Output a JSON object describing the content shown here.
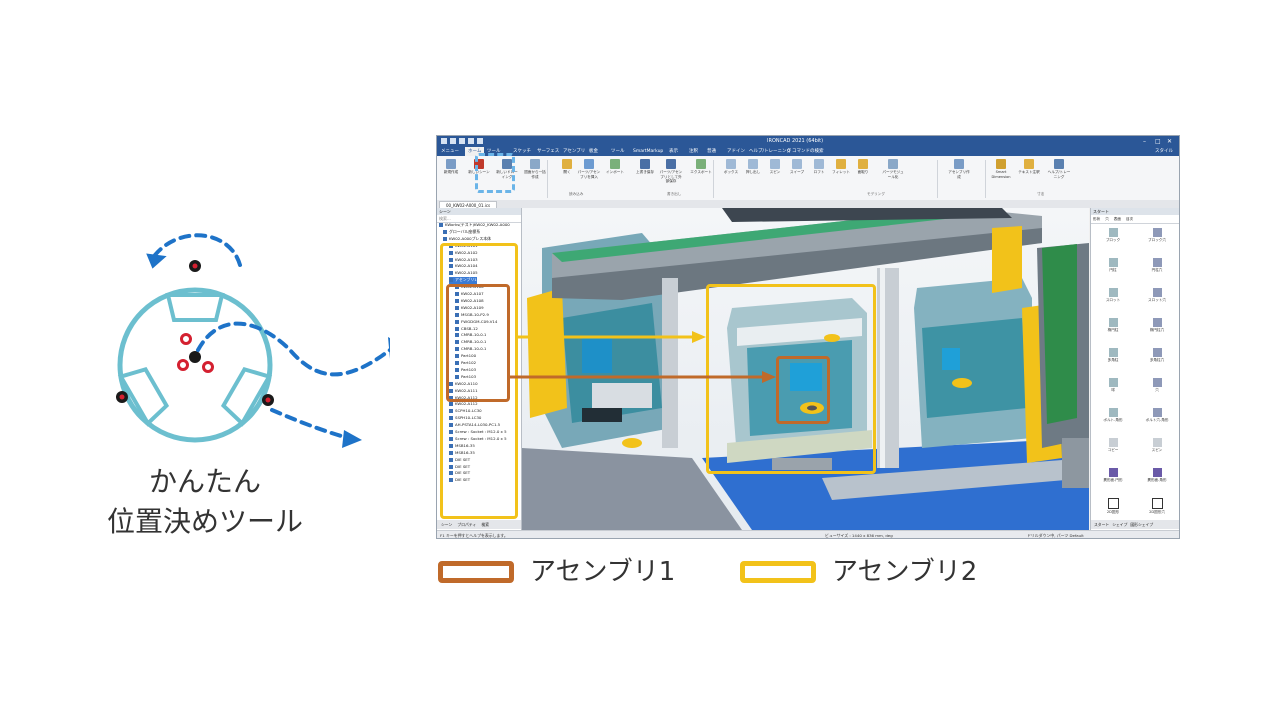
{
  "illustration": {
    "caption_line1": "かんたん",
    "caption_line2": "位置決めツール",
    "colors": {
      "ring": "#6cbfcf",
      "pin": "#1a1a1a",
      "pin_dot": "#d42030",
      "arrow": "#1e73c8"
    }
  },
  "window": {
    "title": "IRONCAD 2021 (64bit)",
    "menu_items": [
      "メニュー",
      "ホーム",
      "ツール",
      "スケッチ",
      "サーフェス",
      "アセンブリ",
      "板金",
      "ツール",
      "SmartMarkup",
      "表示",
      "注釈",
      "普通",
      "アドイン",
      "ヘルプ/トレーニング",
      "Q  コマンドの検索"
    ],
    "menu_right": "スタイル",
    "ribbon_buttons": [
      {
        "label": "新規作成",
        "icon": "new-file-icon"
      },
      {
        "label": "新しいシーン",
        "icon": "new-scene-icon"
      },
      {
        "label": "新しいドローイング",
        "icon": "new-drawing-icon"
      },
      {
        "label": "図面から一括作成",
        "icon": "batch-icon"
      },
      {
        "label": "開く",
        "icon": "open-icon"
      },
      {
        "label": "パーツ/アセンブリを挿入",
        "icon": "insert-icon"
      },
      {
        "label": "インポート",
        "icon": "import-icon"
      },
      {
        "label": "上書き保存",
        "icon": "save-icon"
      },
      {
        "label": "パーツ/アセンブリとして外部保存",
        "icon": "save-external-icon"
      },
      {
        "label": "エクスポート",
        "icon": "export-icon"
      },
      {
        "label": "ボックス",
        "icon": "box-icon"
      },
      {
        "label": "押し出し",
        "icon": "extrude-icon"
      },
      {
        "label": "スピン",
        "icon": "spin-icon"
      },
      {
        "label": "スイープ",
        "icon": "sweep-icon"
      },
      {
        "label": "ロフト",
        "icon": "loft-icon"
      },
      {
        "label": "フィレット",
        "icon": "fillet-icon"
      },
      {
        "label": "面取り",
        "icon": "chamfer-icon"
      },
      {
        "label": "パーツモジュール化",
        "icon": "module-icon"
      },
      {
        "label": "アセンブリ作成",
        "icon": "assembly-icon"
      },
      {
        "label": "Smart Dimension",
        "icon": "dimension-icon"
      },
      {
        "label": "テキスト注釈",
        "icon": "text-icon"
      },
      {
        "label": "ヘルプ/トレーニング",
        "icon": "help-icon"
      }
    ],
    "ribbon_groups": [
      "読み込み",
      "書き出し",
      "モデリング",
      "寸法"
    ],
    "doc_tab": "00_KW02-A000_01.ics",
    "tree": {
      "header": "シーン",
      "filter": "検索...",
      "items": [
        "KWorks(テスト)KW02_KW02-A000",
        "グローバル座標系",
        "KW02-A000プレス本体",
        "KW02-A101",
        "KW02-A102",
        "KW02-A103",
        "KW02-A104",
        "KW02-A105",
        "アセンブリ1",
        "KW02-A106",
        "KW02-A107",
        "KW02-A108",
        "KW02-A109",
        "MSGB-10-P2.9",
        "FWGDGM-C09-V14",
        "CBSB-12",
        "CMRB-10-0.1",
        "CMRB-10-0.1",
        "CMRB-10-0.1",
        "Part100",
        "Part102",
        "Part103",
        "Part103",
        "KW02-A110",
        "KW02-A111",
        "KW02-A112",
        "KW02-A112",
        "SCPH10-LC30",
        "SSPH10-LC30",
        "AH-PSTA14-L030-PC1.5",
        "Screw : Socket : M12.0 x 5",
        "Screw : Socket : M12.0 x 5",
        "MSB16-35",
        "MSB16-35",
        "DIE SET",
        "DIE SET",
        "DIE SET",
        "DIE SET"
      ],
      "bottom_tabs": [
        "シーン",
        "プロパティ",
        "検索"
      ]
    },
    "catalog": {
      "header": "スタート",
      "tabs": [
        "形状",
        "穴",
        "表面",
        "目次"
      ],
      "items": [
        "ブロック",
        "ブロック穴",
        "円柱",
        "円柱穴",
        "スロット",
        "スロット穴",
        "楕円柱",
        "楕円柱穴",
        "多角柱",
        "多角柱穴",
        "球",
        "穴",
        "ボルト-角形",
        "ボルト穴-角形",
        "コピー",
        "スピン",
        "異形面-円形",
        "異形面-角形",
        "2D図形",
        "2D図形穴"
      ],
      "bottom_tabs": [
        "スタート",
        "シェイプ",
        "図形シェイプ"
      ]
    },
    "status": {
      "left": "F1 キーを押すとヘルプを表示します。",
      "middle": "ビューサイズ : 1440 x 836     mm, deg",
      "right": "ドリルダウン中, パーツ  Default"
    }
  },
  "legend": [
    {
      "label": "アセンブリ1",
      "color": "#c06a2a"
    },
    {
      "label": "アセンブリ2",
      "color": "#f2c21a"
    }
  ]
}
